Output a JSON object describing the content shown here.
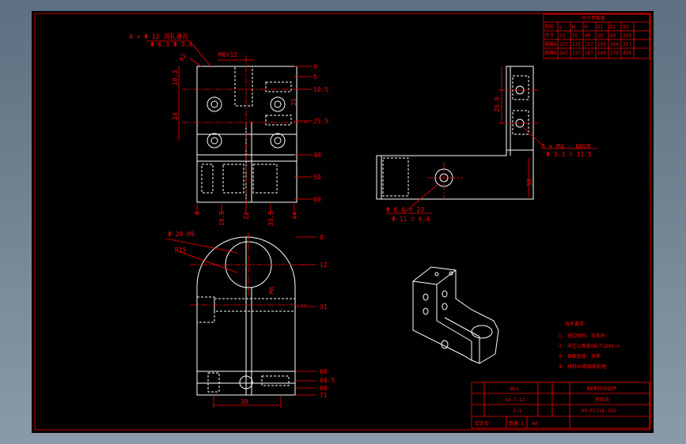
{
  "colors": {
    "frame": "#ff0000",
    "geometry": "#ffffff",
    "background": "#000000",
    "desktop": "#6b7d8d"
  },
  "top_view": {
    "callout_holes": "4 × Φ 12 沉孔通孔",
    "callout_holes_sub": "Φ 6.3   Φ 3.4",
    "thread": "M6▽12",
    "left_dims": [
      "10.3",
      "24"
    ],
    "right_dims": [
      "0",
      "5",
      "10.5",
      "25",
      "25.5",
      "40",
      "50",
      "60"
    ],
    "bottom_dims": [
      "0",
      "10.5",
      "22",
      "33.5",
      "44"
    ],
    "r_label": "R2"
  },
  "front_view": {
    "bore": "Φ 20 H9",
    "radius": "R15",
    "slot": "M6",
    "right_dims": [
      "0",
      "12",
      "31",
      "60",
      "64.5",
      "69",
      "71"
    ],
    "bottom_dim": "30"
  },
  "side_view": {
    "dim_vertical": "25.9",
    "callout_1": "2 × M4 - 6H▽8",
    "callout_1_sub": "Φ 3.3 ▽ 11.5",
    "callout_2": "Φ 6.6 ▽ 23",
    "callout_2_sub": "Φ 11 ▽ 6.4",
    "bottom_dim": "38"
  },
  "notes": {
    "title": "技术要求",
    "items": [
      "1. 锐边倒钝，去毛刺",
      "2. 未注公差按GB/T1804-m",
      "3. 表面处理，发黑",
      "4. 材料45钢调质处理"
    ]
  },
  "table": {
    "title": "尺寸参数表",
    "rows": [
      [
        "型号",
        "L",
        "W",
        "H",
        "D1",
        "D2",
        "D3"
      ],
      [
        "尺寸",
        "15",
        "25",
        "40",
        "20",
        "60",
        "210"
      ],
      [
        "规格A",
        "157",
        "127",
        "157",
        "150",
        "160",
        "217"
      ],
      [
        "规格B",
        "167",
        "137",
        "167",
        "160",
        "170",
        "420"
      ]
    ]
  },
  "title_block": {
    "row1": [
      "WLL",
      "",
      "Φ8夹持块组件"
    ],
    "row2": [
      "14-7-12",
      "",
      "夹持块"
    ],
    "row3": [
      "1:1",
      "",
      "HY-PCJ18-JG5"
    ],
    "row4": [
      "铝合金",
      "数量:1",
      "A4"
    ]
  }
}
